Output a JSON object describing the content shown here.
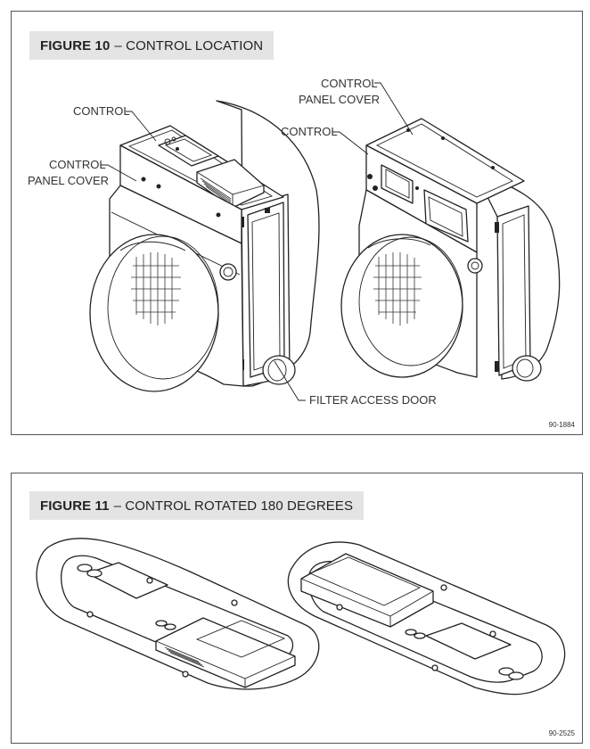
{
  "figure10": {
    "number": "FIGURE 10",
    "caption": "– CONTROL LOCATION",
    "code": "90-1884",
    "labels": {
      "control_left": "CONTROL",
      "panel_cover_left_1": "CONTROL",
      "panel_cover_left_2": "PANEL COVER",
      "panel_cover_right_1": "CONTROL",
      "panel_cover_right_2": "PANEL COVER",
      "control_right": "CONTROL",
      "filter_access_door": "FILTER ACCESS DOOR"
    }
  },
  "figure11": {
    "number": "FIGURE 11",
    "caption": "– CONTROL ROTATED 180 DEGREES",
    "code": "90-2525"
  }
}
